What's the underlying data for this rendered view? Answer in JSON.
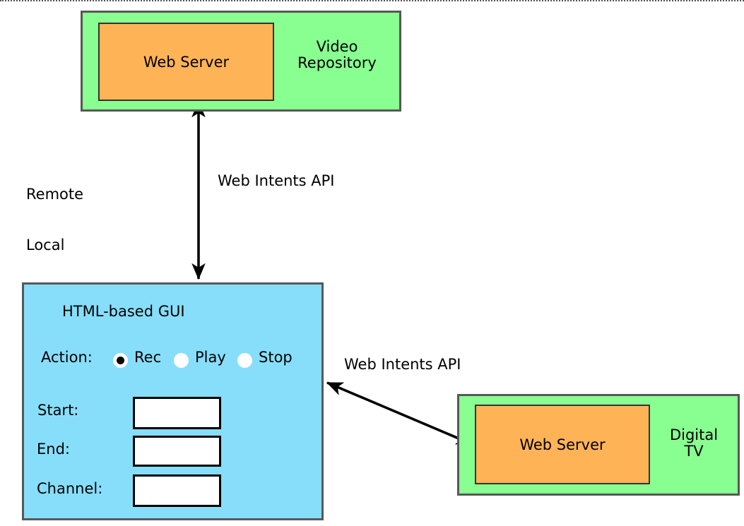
{
  "labels": {
    "remote": "Remote",
    "local": "Local",
    "api_top": "Web Intents API",
    "api_right": "Web Intents API"
  },
  "video_repository": {
    "server_label": "Web Server",
    "name_line1": "Video",
    "name_line2": "Repository"
  },
  "gui": {
    "title": "HTML-based GUI",
    "action_label": "Action:",
    "radios": [
      {
        "label": "Rec",
        "selected": true
      },
      {
        "label": "Play",
        "selected": false
      },
      {
        "label": "Stop",
        "selected": false
      }
    ],
    "fields": [
      {
        "label": "Start:",
        "value": ""
      },
      {
        "label": "End:",
        "value": ""
      },
      {
        "label": "Channel:",
        "value": ""
      }
    ]
  },
  "digital_tv": {
    "server_label": "Web Server",
    "name_line1": "Digital",
    "name_line2": "TV"
  },
  "colors": {
    "green": "#88ff90",
    "orange": "#ffb357",
    "blue": "#87defb",
    "box-border": "#585858",
    "ink": "#000000"
  }
}
